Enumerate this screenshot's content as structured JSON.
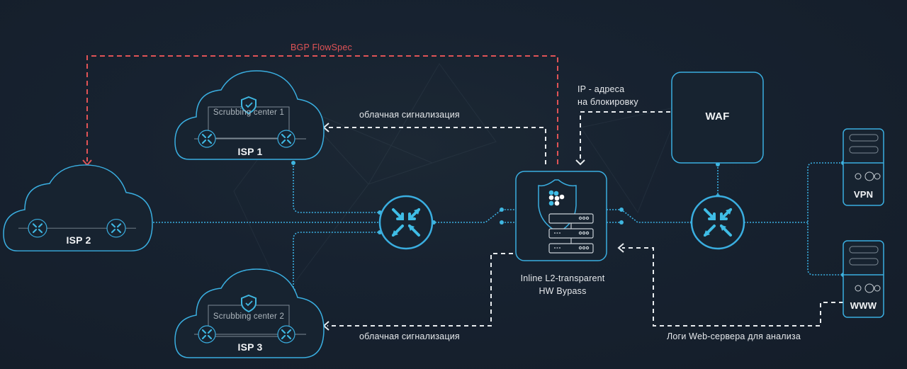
{
  "colors": {
    "background": "#151f2b",
    "accent": "#2ea8d8",
    "accent_light": "#4cc4ea",
    "flowspec": "#e05356",
    "signal": "#e8ecef",
    "muted_line": "#7d8a94"
  },
  "signals": {
    "bgp_flowspec": "BGP FlowSpec",
    "cloud_signal_top": "облачная сигнализация",
    "cloud_signal_bottom": "облачная сигнализация",
    "ip_block_line1": "IP - адреса",
    "ip_block_line2": "на блокировку",
    "web_logs": "Логи Web-сервера для анализа"
  },
  "clouds": [
    {
      "id": "isp1",
      "label": "ISP 1",
      "center": "Scrubbing center 1",
      "icon": "shield-check-icon"
    },
    {
      "id": "isp2",
      "label": "ISP 2",
      "center": null
    },
    {
      "id": "isp3",
      "label": "ISP 3",
      "center": "Scrubbing center 2",
      "icon": "shield-check-icon"
    }
  ],
  "device": {
    "line1": "Inline L2-transparent",
    "line2": "HW Bypass"
  },
  "waf": {
    "label": "WAF"
  },
  "servers": [
    {
      "id": "vpn",
      "label": "VPN"
    },
    {
      "id": "www",
      "label": "WWW"
    }
  ]
}
